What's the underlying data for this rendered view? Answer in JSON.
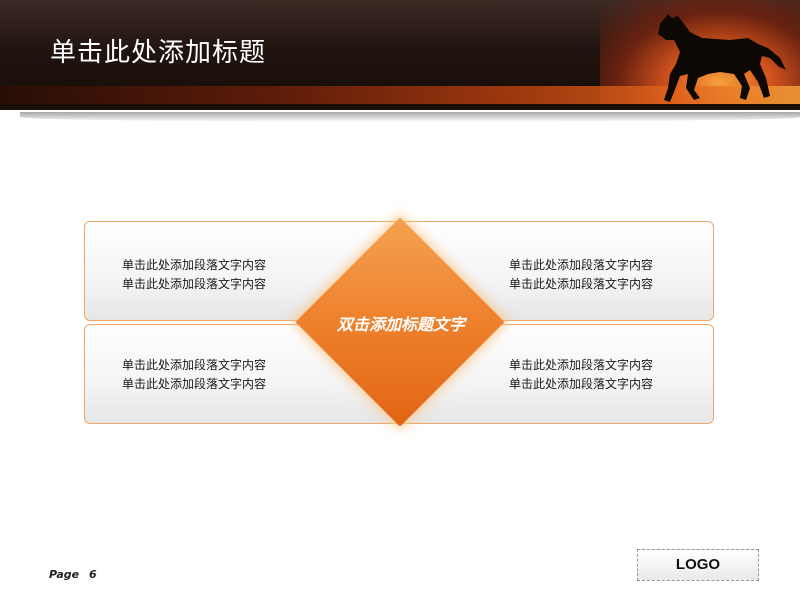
{
  "header": {
    "title": "单击此处添加标题"
  },
  "cards": {
    "top_left": [
      "单击此处添加段落文字内容",
      "单击此处添加段落文字内容"
    ],
    "top_right": [
      "单击此处添加段落文字内容",
      "单击此处添加段落文字内容"
    ],
    "bottom_left": [
      "单击此处添加段落文字内容",
      "单击此处添加段落文字内容"
    ],
    "bottom_right": [
      "单击此处添加段落文字内容",
      "单击此处添加段落文字内容"
    ]
  },
  "center": {
    "label": "双击添加标题文字"
  },
  "footer": {
    "page_label": "Page",
    "page_number": "6",
    "logo_text": "LOGO"
  },
  "colors": {
    "accent": "#ef8430",
    "border": "#f0a868",
    "header_dark": "#160b07"
  }
}
